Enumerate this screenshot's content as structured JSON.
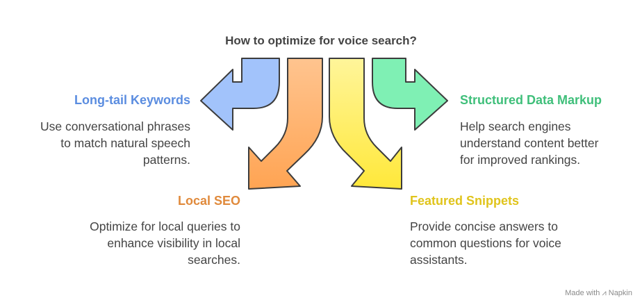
{
  "title": "How to optimize for voice search?",
  "items": [
    {
      "heading": "Long-tail Keywords",
      "description": [
        "Use conversational phrases",
        "to match natural speech",
        "patterns."
      ],
      "color": "#5b8de0",
      "fill": "#a2c3fb"
    },
    {
      "heading": "Local SEO",
      "description": [
        "Optimize for local queries to",
        "enhance visibility in local",
        "searches."
      ],
      "color": "#e08a3c",
      "fill": "#ffb36e"
    },
    {
      "heading": "Featured Snippets",
      "description": [
        "Provide concise answers to",
        "common questions for voice",
        "assistants."
      ],
      "color": "#e0c41c",
      "fill": "#fff07a"
    },
    {
      "heading": "Structured Data Markup",
      "description": [
        "Help search engines",
        "understand content better",
        "for improved rankings."
      ],
      "color": "#3fbf7a",
      "fill": "#7ff0b4"
    }
  ],
  "footer": {
    "made_with": "Made with",
    "brand": "Napkin"
  }
}
